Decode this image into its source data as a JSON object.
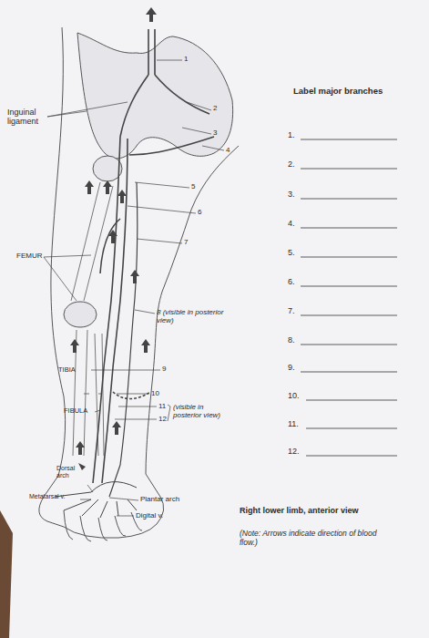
{
  "diagram": {
    "title": "Label major branches",
    "caption": "Right lower limb, anterior view",
    "labels": [
      "Inguinal ligament",
      "1",
      "2",
      "3",
      "4",
      "5",
      "6",
      "7",
      "FEMUR",
      "8 (visible in posterior view)",
      "TIBIA",
      "9",
      "10",
      "11",
      "12",
      "(visible in posterior view)",
      "FIBULA",
      "Dorsal arch",
      "Metatarsal v.",
      "Plantar arch",
      "Digital v.",
      "1.",
      "2.",
      "3.",
      "4.",
      "5.",
      "6.",
      "7.",
      "8.",
      "9.",
      "10.",
      "11.",
      "12.",
      "(Note: Arrows indicate direction of blood flow.)"
    ]
  }
}
